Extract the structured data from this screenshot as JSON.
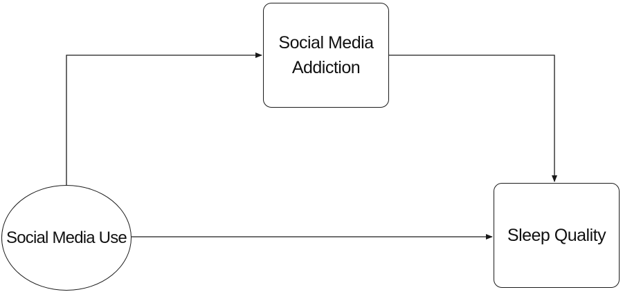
{
  "nodes": {
    "predictor": {
      "label": "Social Media Use",
      "shape": "ellipse"
    },
    "mediator": {
      "label_line1": "Social Media",
      "label_line2": "Addiction",
      "shape": "rounded-rectangle"
    },
    "outcome": {
      "label": "Sleep Quality",
      "shape": "rounded-rectangle"
    }
  },
  "edges": [
    {
      "from": "Social Media Use",
      "to": "Social Media Addiction"
    },
    {
      "from": "Social Media Addiction",
      "to": "Sleep Quality"
    },
    {
      "from": "Social Media Use",
      "to": "Sleep Quality"
    }
  ],
  "colors": {
    "stroke": "#1a1a1a",
    "background": "#ffffff",
    "text": "#111111"
  }
}
